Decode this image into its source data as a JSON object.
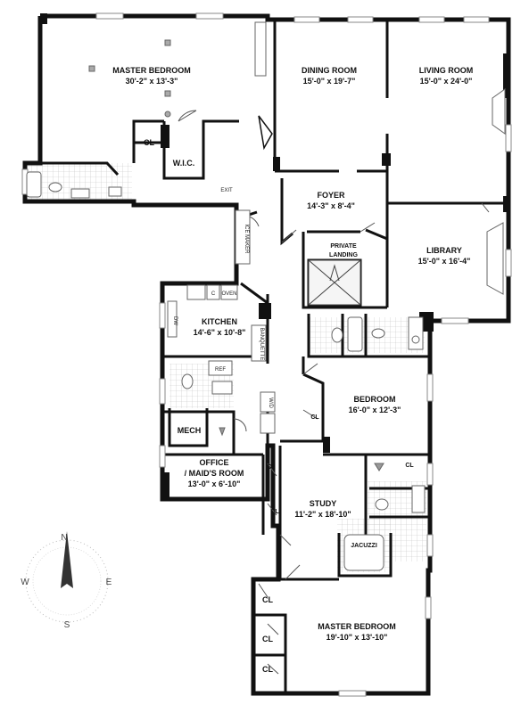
{
  "rooms": {
    "master_bedroom_north": {
      "name": "MASTER BEDROOM",
      "dims": "30'-2\" x 13'-3\""
    },
    "dining_room": {
      "name": "DINING ROOM",
      "dims": "15'-0\" x 19'-7\""
    },
    "living_room": {
      "name": "LIVING ROOM",
      "dims": "15'-0\" x 24'-0\""
    },
    "foyer": {
      "name": "FOYER",
      "dims": "14'-3\" x 8'-4\""
    },
    "library": {
      "name": "LIBRARY",
      "dims": "15'-0\" x 16'-4\""
    },
    "kitchen": {
      "name": "KITCHEN",
      "dims": "14'-6\" x 10'-8\""
    },
    "bedroom": {
      "name": "BEDROOM",
      "dims": "16'-0\" x 12'-3\""
    },
    "office": {
      "name_line1": "OFFICE",
      "name_line2": "/ MAID'S ROOM",
      "dims": "13'-0\" x 6'-10\""
    },
    "study": {
      "name": "STUDY",
      "dims": "11'-2\" x 18'-10\""
    },
    "master_bedroom_south": {
      "name": "MASTER BEDROOM",
      "dims": "19'-10\" x 13'-10\""
    }
  },
  "small_labels": {
    "closet": "CL",
    "walk_in_closet": "W.I.C.",
    "exit": "EXIT",
    "private_landing_line1": "PRIVATE",
    "private_landing_line2": "LANDING",
    "mech": "MECH",
    "jacuzzi": "JACUZZI",
    "ref": "REF",
    "oven": "OVEN",
    "cooktop": "C",
    "ice_maker": "ICE MAKER",
    "dishwasher": "DW",
    "banquette": "BANQUETTE",
    "washer_dryer": "W/D"
  },
  "compass": {
    "north": "N",
    "south": "S",
    "east": "E",
    "west": "W"
  },
  "colors": {
    "wall": "#111111",
    "fixture": "#777777",
    "tile": "#bbbbbb",
    "paper": "#ffffff"
  }
}
